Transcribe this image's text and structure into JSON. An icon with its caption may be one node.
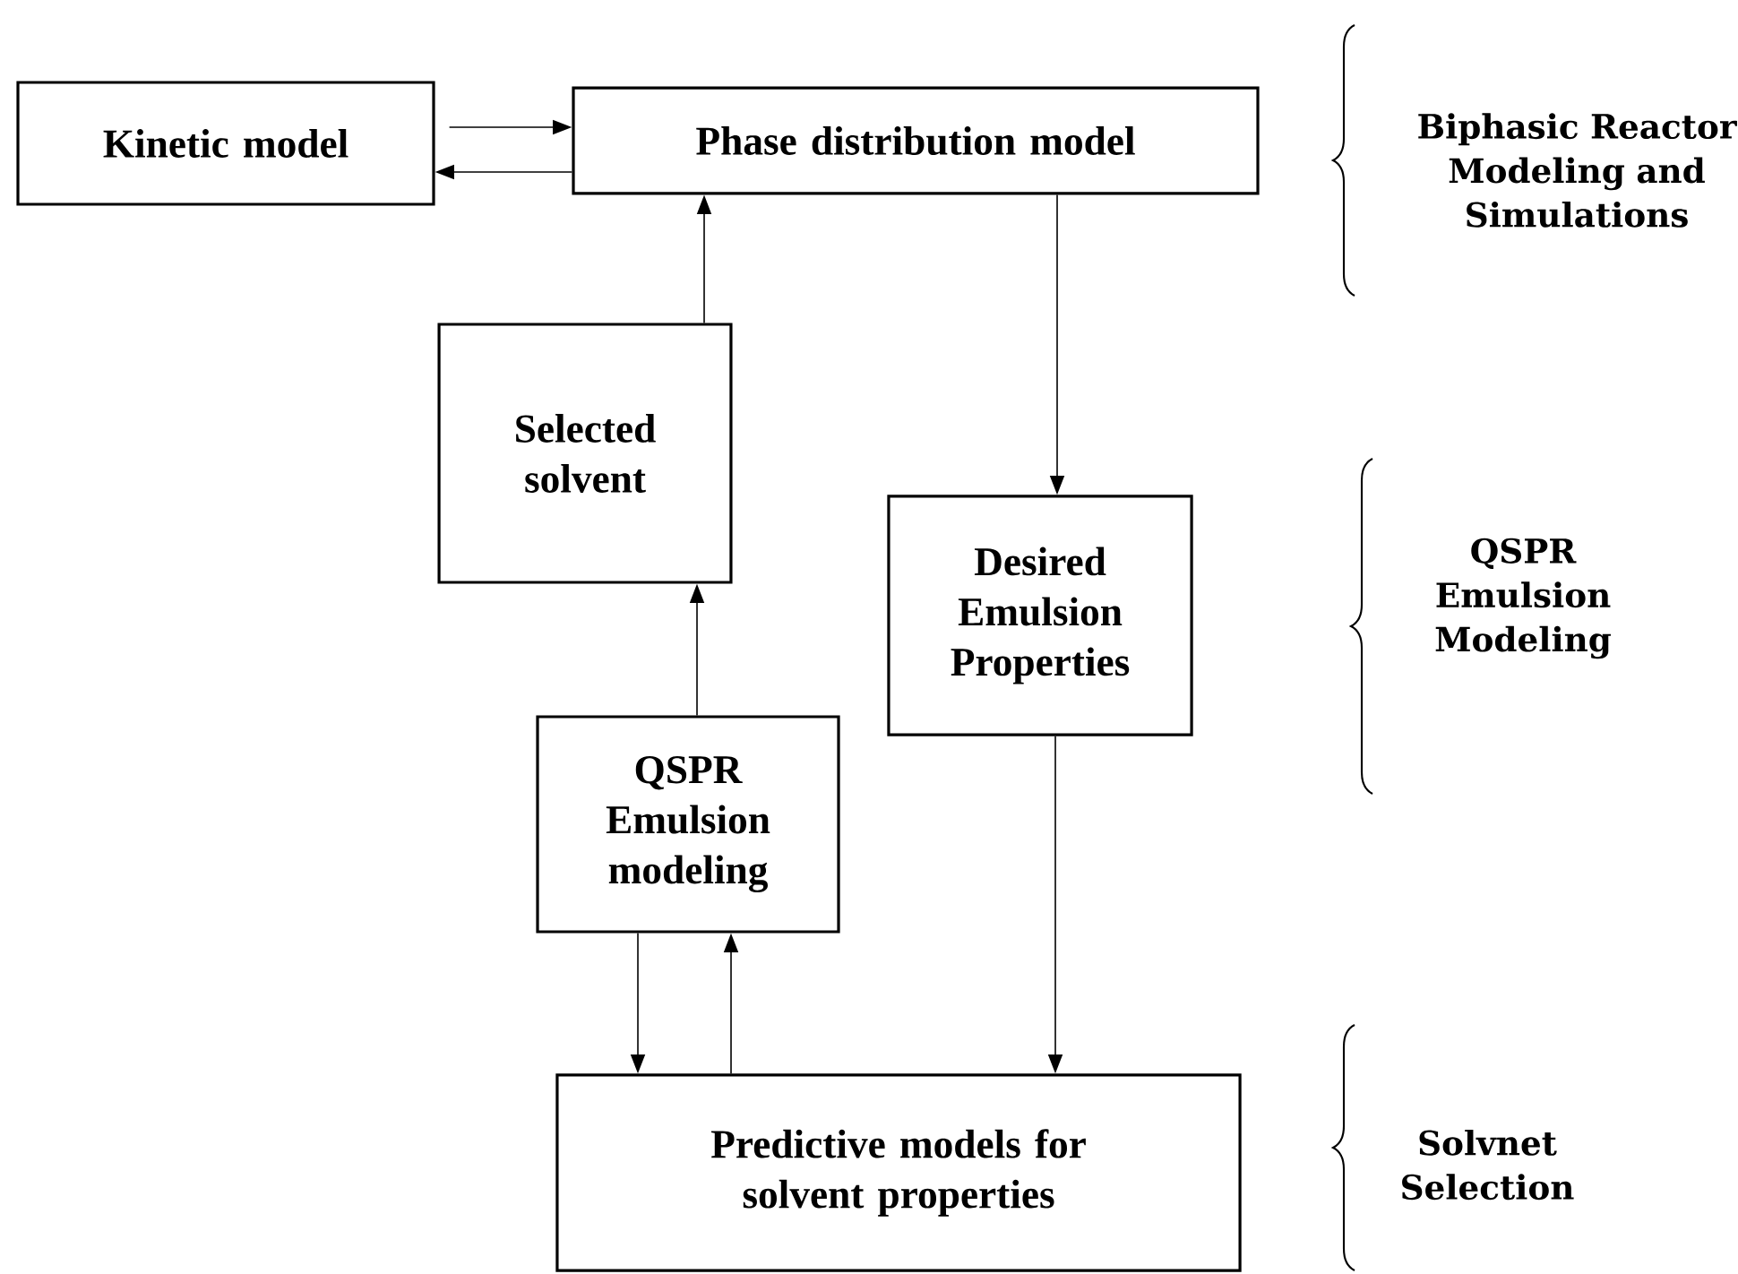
{
  "diagram": {
    "nodes": [
      {
        "text": [
          "Kinetic model"
        ]
      },
      {
        "text": [
          "Phase distribution model"
        ]
      },
      {
        "text": [
          "Selected solvent"
        ]
      },
      {
        "text": [
          "Desired Emulsion Properties"
        ]
      },
      {
        "text": [
          "QSPR Emulsion modeling"
        ]
      },
      {
        "text": [
          "Predictive models for solvent properties"
        ]
      }
    ],
    "edges": [
      {
        "from": 0,
        "to": 1,
        "arrow": "to"
      },
      {
        "from": 1,
        "to": 0,
        "arrow": "to"
      },
      {
        "from": 2,
        "to": 1,
        "arrow": "to"
      },
      {
        "from": 1,
        "to": 3,
        "arrow": "to"
      },
      {
        "from": 4,
        "to": 2,
        "arrow": "to"
      },
      {
        "from": 4,
        "to": 5,
        "arrow": "to"
      },
      {
        "from": 5,
        "to": 4,
        "arrow": "to"
      },
      {
        "from": 3,
        "to": 5,
        "arrow": "to"
      }
    ],
    "labels": [
      "Biphasic Reactor Modeling and Simulations",
      "QSPR Emulsion Modeling",
      "Solvnet Selection"
    ]
  }
}
